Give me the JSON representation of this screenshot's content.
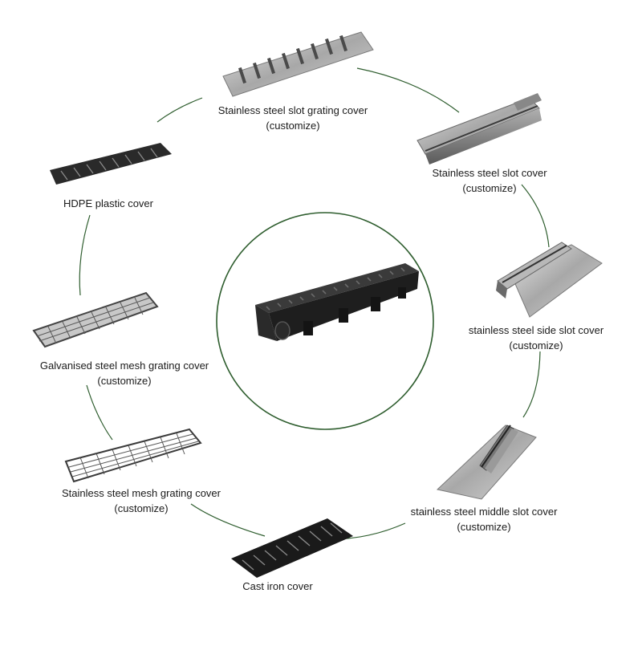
{
  "diagram": {
    "accent_color": "#2f5e2f",
    "center_item": {
      "icon": "hdpe-linear-drain-channel-icon"
    },
    "items": [
      {
        "icon": "stainless-slot-grating-icon",
        "label_line1": "Stainless steel slot grating cover",
        "label_line2": "(customize)"
      },
      {
        "icon": "stainless-slot-cover-icon",
        "label_line1": "Stainless steel slot cover",
        "label_line2": "(customize)"
      },
      {
        "icon": "stainless-side-slot-cover-icon",
        "label_line1": "stainless steel side slot cover",
        "label_line2": "(customize)"
      },
      {
        "icon": "stainless-middle-slot-cover-icon",
        "label_line1": "stainless steel middle slot cover",
        "label_line2": "(customize)"
      },
      {
        "icon": "cast-iron-cover-icon",
        "label_line1": "Cast iron cover",
        "label_line2": ""
      },
      {
        "icon": "stainless-mesh-grating-icon",
        "label_line1": "Stainless steel mesh grating cover",
        "label_line2": "(customize)"
      },
      {
        "icon": "galvanised-mesh-grating-icon",
        "label_line1": "Galvanised steel mesh grating cover",
        "label_line2": "(customize)"
      },
      {
        "icon": "hdpe-plastic-cover-icon",
        "label_line1": "HDPE plastic cover",
        "label_line2": ""
      }
    ]
  }
}
